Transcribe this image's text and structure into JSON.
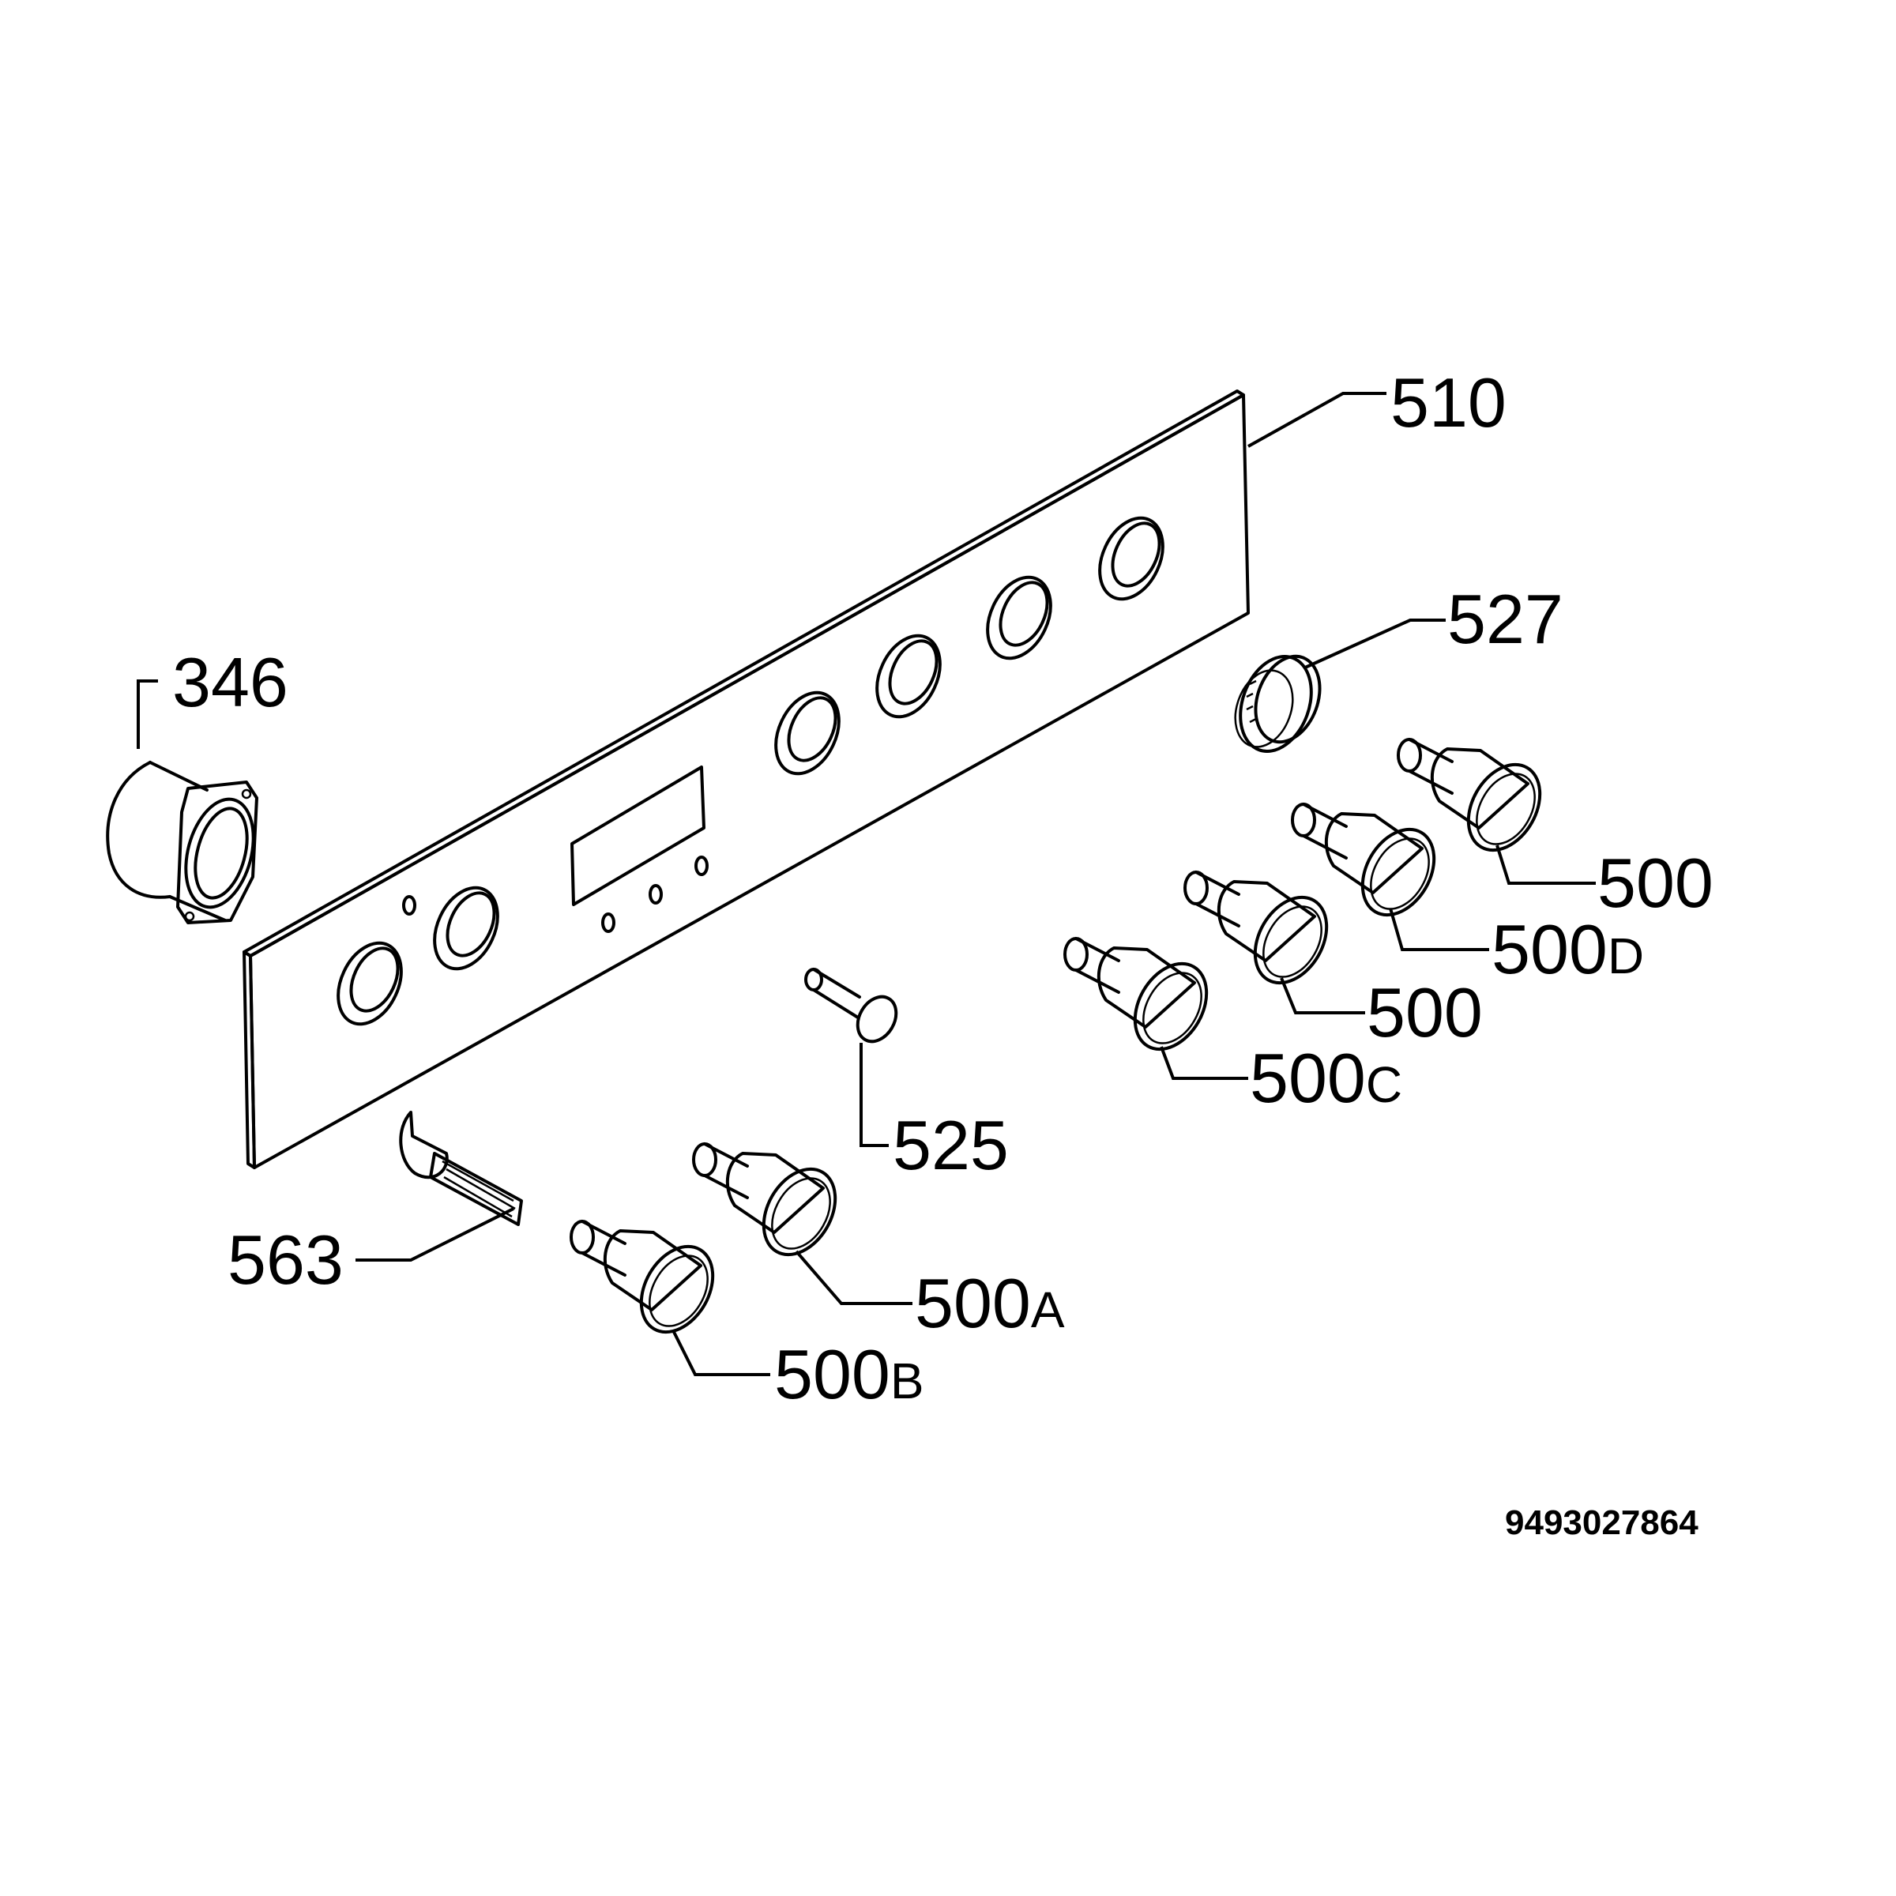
{
  "diagram": {
    "colors": {
      "ink": "#000000",
      "paper": "#ffffff"
    },
    "labels": {
      "p510": {
        "num": "510",
        "suffix": ""
      },
      "p527": {
        "num": "527",
        "suffix": ""
      },
      "p346": {
        "num": "346",
        "suffix": ""
      },
      "p500_1": {
        "num": "500",
        "suffix": ""
      },
      "p500d": {
        "num": "500",
        "suffix": "D"
      },
      "p500_2": {
        "num": "500",
        "suffix": ""
      },
      "p500c": {
        "num": "500",
        "suffix": "C"
      },
      "p525": {
        "num": "525",
        "suffix": ""
      },
      "p563": {
        "num": "563",
        "suffix": ""
      },
      "p500a": {
        "num": "500",
        "suffix": "A"
      },
      "p500b": {
        "num": "500",
        "suffix": "B"
      }
    },
    "document_number": "9493027864"
  }
}
